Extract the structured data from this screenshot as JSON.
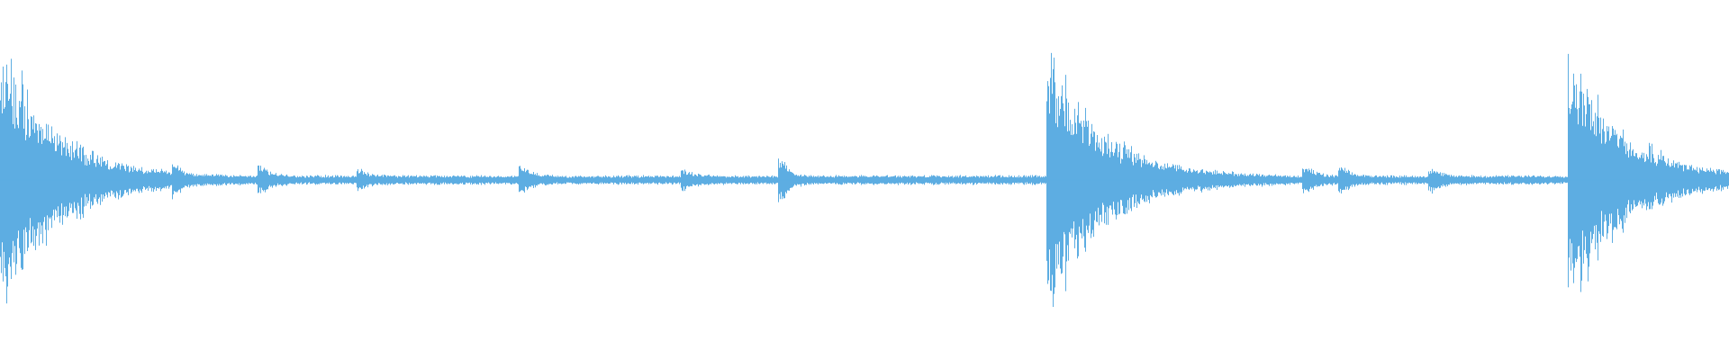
{
  "waveform": {
    "color": "#5dade2",
    "background": "#ffffff",
    "transients": [
      {
        "position": 0.0,
        "peak": 0.98
      },
      {
        "position": 0.605,
        "peak": 0.96
      },
      {
        "position": 0.907,
        "peak": 0.87
      }
    ],
    "noise_floor": 0.04,
    "selection": null
  }
}
